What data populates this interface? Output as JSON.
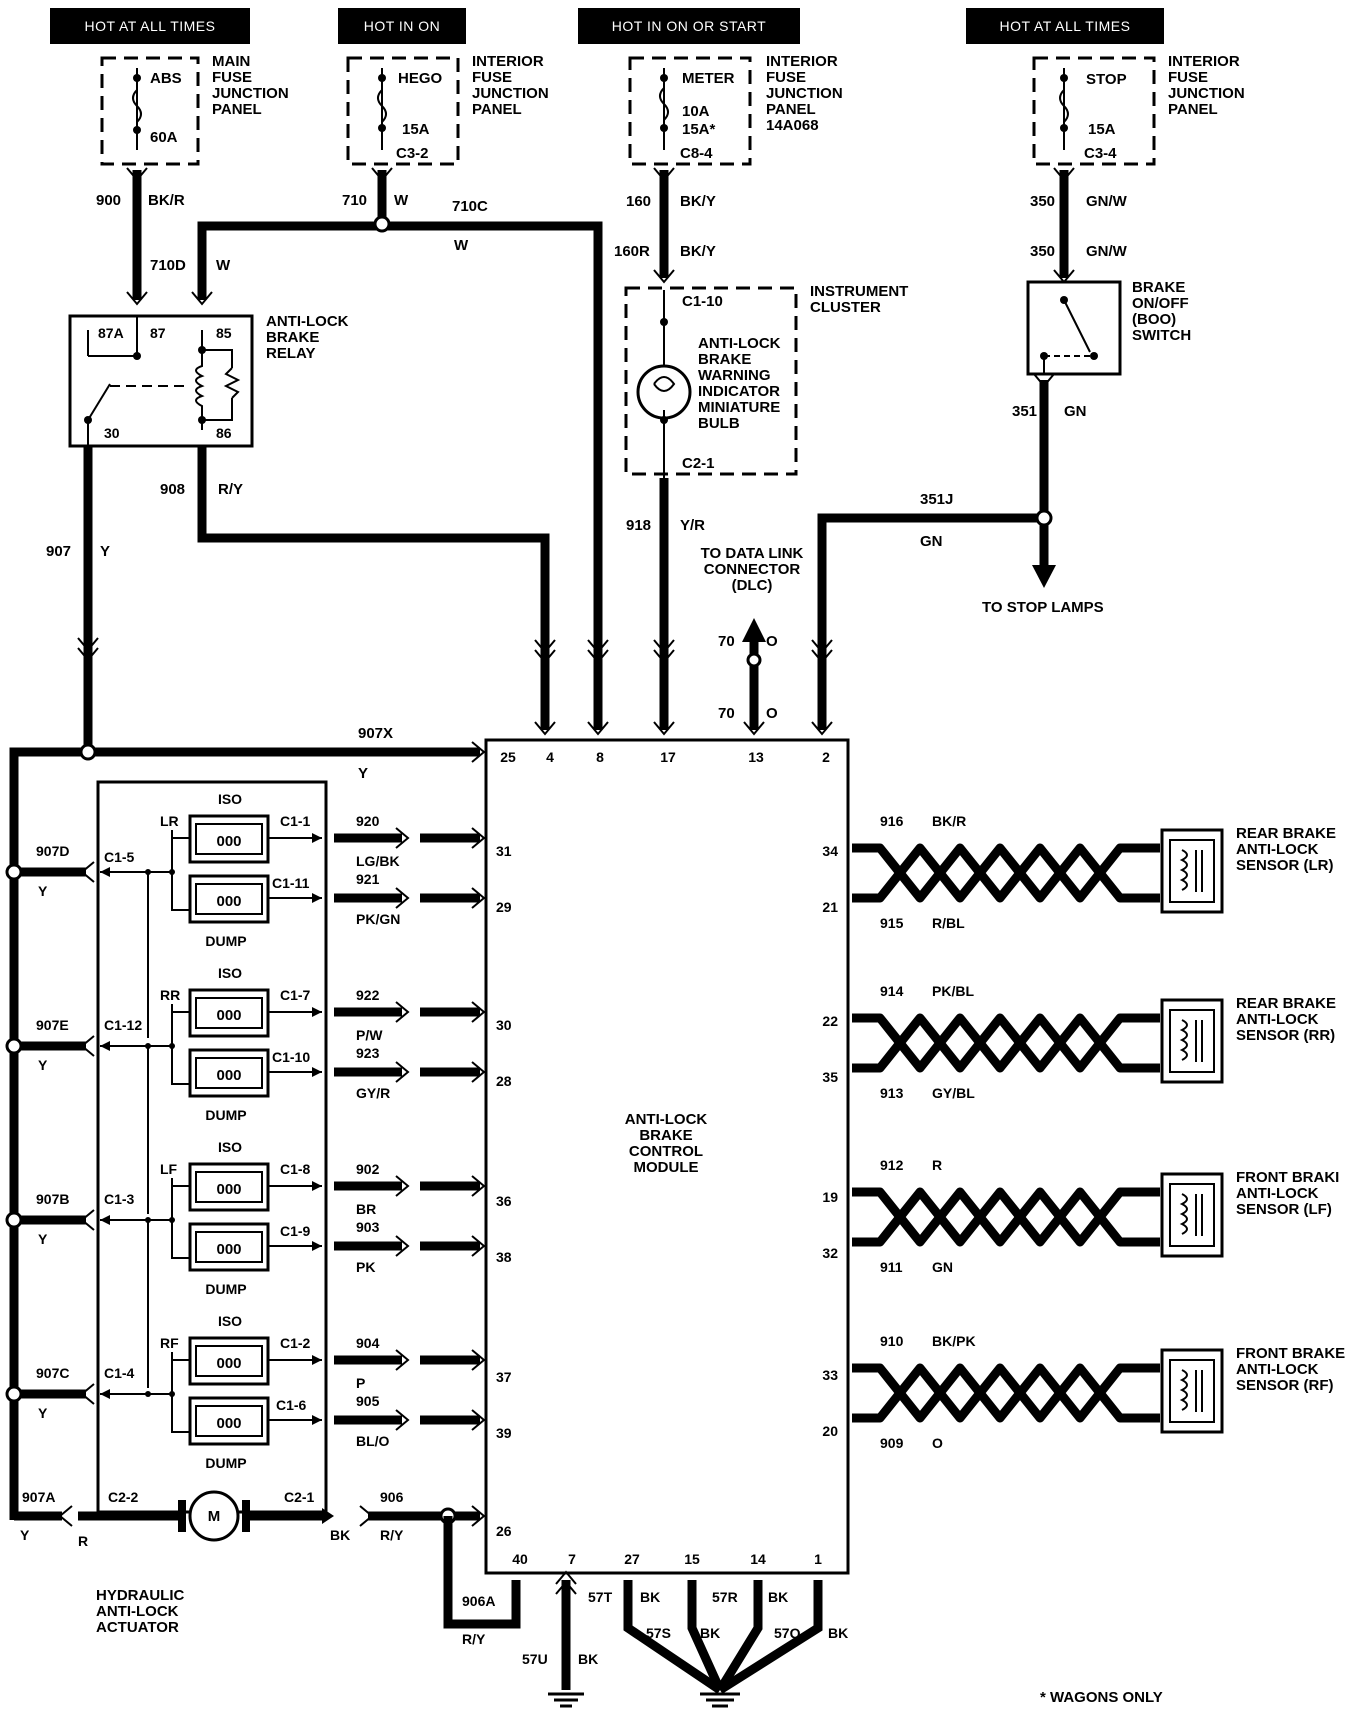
{
  "headers": [
    "HOT AT ALL TIMES",
    "HOT IN ON",
    "HOT IN ON OR START",
    "HOT AT ALL TIMES"
  ],
  "fuses": [
    {
      "name": "ABS",
      "rating": "60A",
      "panel": [
        "MAIN",
        "FUSE",
        "JUNCTION",
        "PANEL"
      ]
    },
    {
      "name": "HEGO",
      "rating": "15A",
      "connector": "C3-2",
      "panel": [
        "INTERIOR",
        "FUSE",
        "JUNCTION",
        "PANEL"
      ]
    },
    {
      "name": "METER",
      "rating": "10A",
      "rating2": "15A*",
      "connector": "C8-4",
      "panel": [
        "INTERIOR",
        "FUSE",
        "JUNCTION",
        "PANEL",
        "14A068"
      ]
    },
    {
      "name": "STOP",
      "rating": "15A",
      "connector": "C3-4",
      "panel": [
        "INTERIOR",
        "FUSE",
        "JUNCTION",
        "PANEL"
      ]
    }
  ],
  "wires": {
    "w900": "900",
    "w900c": "BK/R",
    "w710": "710",
    "w710c": "W",
    "w710C": "710C",
    "w710Cc": "W",
    "w710D": "710D",
    "w710Dc": "W",
    "w160": "160",
    "w160c": "BK/Y",
    "w160R": "160R",
    "w160Rc": "BK/Y",
    "w350a": "350",
    "w350ac": "GN/W",
    "w350b": "350",
    "w350bc": "GN/W",
    "w351": "351",
    "w351c": "GN",
    "w351J": "351J",
    "w351Jc": "GN",
    "w908": "908",
    "w908c": "R/Y",
    "w907": "907",
    "w907c": "Y",
    "w918": "918",
    "w918c": "Y/R",
    "w70a": "70",
    "w70ac": "O",
    "w70b": "70",
    "w70bc": "O",
    "w907X": "907X",
    "w907Xc": "Y",
    "w907D": "907D",
    "w907E": "907E",
    "w907B": "907B",
    "w907C": "907C",
    "w907A": "907A",
    "wY": "Y",
    "w906": "906",
    "w906c": "R/Y",
    "w906A": "906A",
    "w906Ac": "R/Y",
    "w57T": "57T",
    "w57S": "57S",
    "w57R": "57R",
    "w57Q": "57Q",
    "w57U": "57U",
    "wBK": "BK",
    "wR": "R"
  },
  "relay": {
    "title": [
      "ANTI-LOCK",
      "BRAKE",
      "RELAY"
    ],
    "pins": [
      "87A",
      "87",
      "85",
      "30",
      "86"
    ]
  },
  "cluster": {
    "title": [
      "INSTRUMENT",
      "CLUSTER"
    ],
    "bulb": [
      "ANTI-LOCK",
      "BRAKE",
      "WARNING",
      "INDICATOR",
      "MINIATURE",
      "BULB"
    ],
    "c1": "C1-10",
    "c2": "C2-1"
  },
  "boo": {
    "title": [
      "BRAKE",
      "ON/OFF",
      "(BOO)",
      "SWITCH"
    ]
  },
  "dlc": [
    "TO DATA LINK",
    "CONNECTOR",
    "(DLC)"
  ],
  "stoplamps": "TO STOP LAMPS",
  "module": {
    "title": [
      "ANTI-LOCK",
      "BRAKE",
      "CONTROL",
      "MODULE"
    ],
    "top_pins": [
      "25",
      "4",
      "8",
      "17",
      "13",
      "2"
    ],
    "left_pins": [
      "31",
      "29",
      "30",
      "28",
      "36",
      "38",
      "37",
      "39",
      "26"
    ],
    "right_pins": [
      "34",
      "21",
      "22",
      "35",
      "19",
      "32",
      "33",
      "20"
    ],
    "bottom_pins": [
      "40",
      "7",
      "27",
      "15",
      "14",
      "1"
    ]
  },
  "actuator": {
    "title": [
      "HYDRAULIC",
      "ANTI-LOCK",
      "ACTUATOR"
    ],
    "motor": "M",
    "c22": "C2-2",
    "c21": "C2-1",
    "valves": [
      {
        "name": "LR",
        "conn": "C1-5",
        "iso": "C1-1",
        "dump": "C1-11"
      },
      {
        "name": "RR",
        "conn": "C1-12",
        "iso": "C1-7",
        "dump": "C1-10"
      },
      {
        "name": "LF",
        "conn": "C1-3",
        "iso": "C1-8",
        "dump": "C1-9"
      },
      {
        "name": "RF",
        "conn": "C1-4",
        "iso": "C1-2",
        "dump": "C1-6"
      }
    ],
    "iso_label": "ISO",
    "dump_label": "DUMP"
  },
  "valve_wires": [
    {
      "a": "920",
      "ac": "LG/BK",
      "b": "921",
      "bc": "PK/GN"
    },
    {
      "a": "922",
      "ac": "P/W",
      "b": "923",
      "bc": "GY/R"
    },
    {
      "a": "902",
      "ac": "BR",
      "b": "903",
      "bc": "PK"
    },
    {
      "a": "904",
      "ac": "P",
      "b": "905",
      "bc": "BL/O"
    }
  ],
  "sensors": [
    {
      "title": [
        "REAR BRAKE",
        "ANTI-LOCK",
        "SENSOR (LR)"
      ],
      "a": "916",
      "ac": "BK/R",
      "b": "915",
      "bc": "R/BL"
    },
    {
      "title": [
        "REAR BRAKE",
        "ANTI-LOCK",
        "SENSOR (RR)"
      ],
      "a": "914",
      "ac": "PK/BL",
      "b": "913",
      "bc": "GY/BL"
    },
    {
      "title": [
        "FRONT BRAKI",
        "ANTI-LOCK",
        "SENSOR (LF)"
      ],
      "a": "912",
      "ac": "R",
      "b": "911",
      "bc": "GN"
    },
    {
      "title": [
        "FRONT BRAKE",
        "ANTI-LOCK",
        "SENSOR (RF)"
      ],
      "a": "910",
      "ac": "BK/PK",
      "b": "909",
      "bc": "O"
    }
  ],
  "footnote": "* WAGONS ONLY"
}
